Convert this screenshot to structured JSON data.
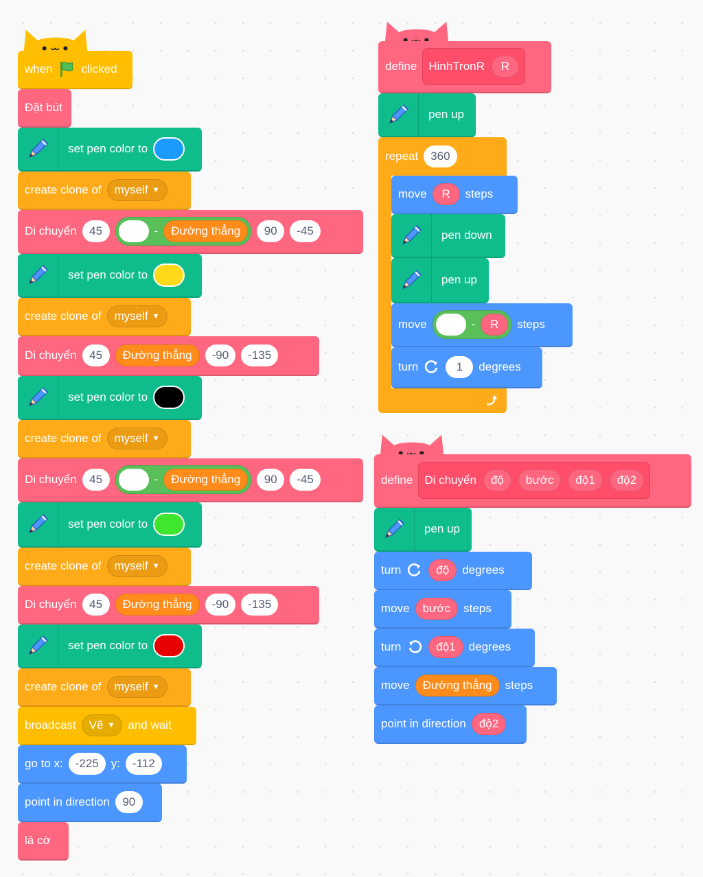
{
  "colors": {
    "events": "#ffbf00",
    "control": "#ffab19",
    "myblocks": "#ff6680",
    "pen": "#0fbd8c",
    "motion": "#4c97ff",
    "operators": "#59c059",
    "pen_blue": "#1c9bff",
    "pen_yellow": "#ffd91a",
    "pen_black": "#000000",
    "pen_green": "#3ee62e",
    "pen_red": "#e60000"
  },
  "script1": {
    "when": "when",
    "clicked": "clicked",
    "dat_but": "Đặt bút",
    "set_pen_color_to": "set pen color to",
    "create_clone_of": "create clone of",
    "myself": "myself",
    "di_chuyen": "Di chuyển",
    "duong_thang": "Đường thẳng",
    "minus": "-",
    "a1": "45",
    "a2": "90",
    "a3": "-45",
    "b1": "45",
    "b2": "-90",
    "b3": "-135",
    "c1": "45",
    "c2": "90",
    "c3": "-45",
    "d1": "45",
    "d2": "-90",
    "d3": "-135",
    "broadcast": "broadcast",
    "ve": "Vẽ",
    "and_wait": "and wait",
    "go_to_x": "go to x:",
    "x_val": "-225",
    "y_label": "y:",
    "y_val": "-112",
    "point_in_direction": "point in direction",
    "dir_val": "90",
    "la_co": "lá cờ"
  },
  "script2": {
    "define": "define",
    "name": "HinhTronR",
    "param": "R",
    "pen_up": "pen up",
    "pen_down": "pen down",
    "repeat": "repeat",
    "repeat_val": "360",
    "move": "move",
    "steps": "steps",
    "minus": "-",
    "turn": "turn",
    "turn_val": "1",
    "degrees": "degrees"
  },
  "script3": {
    "define": "define",
    "name": "Di chuyển",
    "p1": "độ",
    "p2": "bước",
    "p3": "độ1",
    "p4": "độ2",
    "pen_up": "pen up",
    "turn": "turn",
    "degrees": "degrees",
    "move": "move",
    "steps": "steps",
    "duong_thang": "Đường thẳng",
    "point_in_direction": "point in direction"
  }
}
